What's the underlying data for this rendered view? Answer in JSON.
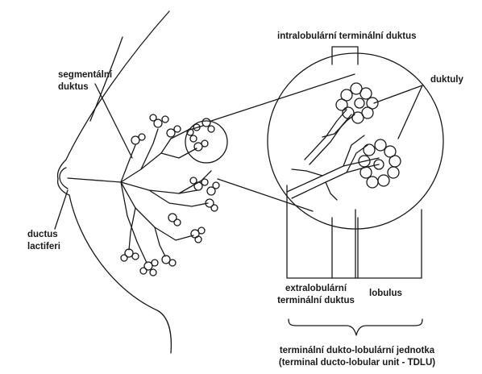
{
  "labels": {
    "segmental_duct": {
      "line1": "segmentální",
      "line2": "duktus"
    },
    "lactiferous_duct": {
      "line1": "ductus",
      "line2": "lactiferi"
    },
    "intralobular_terminal_duct": "intralobulární terminální duktus",
    "ductules": "duktuly",
    "extralobular_terminal_duct": {
      "line1": "extralobulární",
      "line2": "terminální duktus"
    },
    "lobule": "lobulus",
    "tdlu": {
      "line1": "terminální dukto-lobulární jednotka",
      "line2": "(terminal ducto-lobular unit - TDLU)"
    }
  },
  "colors": {
    "ink": "#1a1a1a",
    "background": "#ffffff"
  }
}
